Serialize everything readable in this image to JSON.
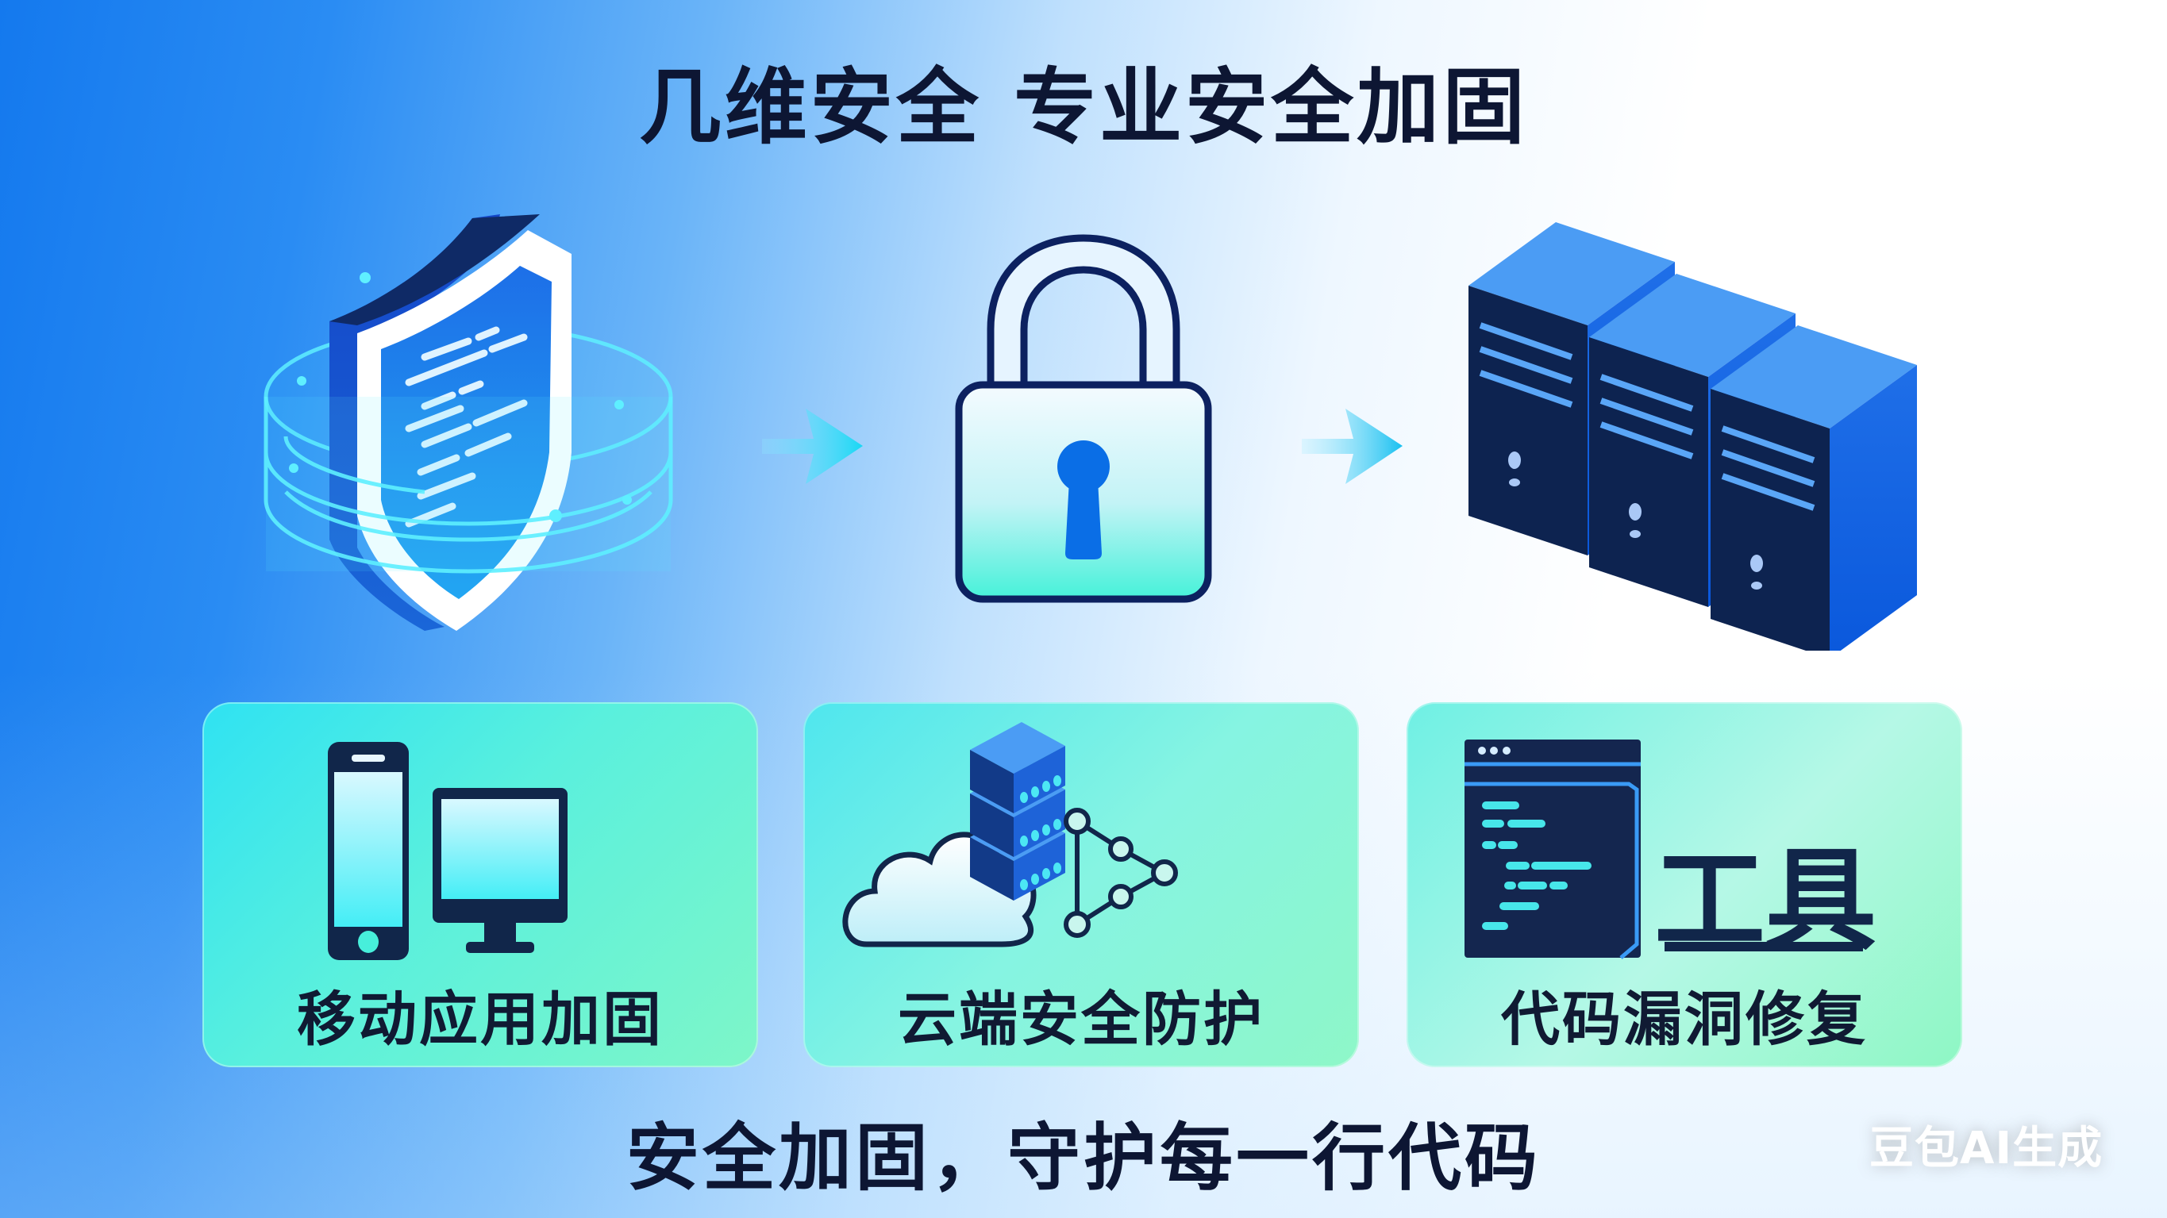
{
  "header": {
    "title": "几维安全 专业安全加固"
  },
  "flow": {
    "steps": [
      {
        "icon": "shield-code-icon",
        "description": "isometric shield with code lines surrounded by glowing cyan rings"
      },
      {
        "icon": "padlock-icon",
        "description": "closed padlock with blue keyhole"
      },
      {
        "icon": "server-racks-icon",
        "description": "three isometric blue server towers"
      }
    ],
    "arrows": [
      "arrow-right-icon",
      "arrow-right-icon"
    ]
  },
  "cards": [
    {
      "label": "移动应用加固",
      "icon": "phone-and-monitor-icon"
    },
    {
      "label": "云端安全防护",
      "icon": "cloud-server-network-icon"
    },
    {
      "label": "代码漏洞修复",
      "icon": "code-window-tool-icon",
      "icon_text": "工具"
    }
  ],
  "footer": {
    "tagline": "安全加固，守护每一行代码"
  },
  "watermark": {
    "text": "豆包AI生成"
  },
  "colors": {
    "background_left": "#1479ee",
    "background_right": "#ffffff",
    "text_dark": "#0d1633",
    "navy": "#0f2450",
    "accent_blue": "#1f6fe6",
    "accent_cyan": "#2fe2f2",
    "accent_mint": "#7ef6c8"
  }
}
